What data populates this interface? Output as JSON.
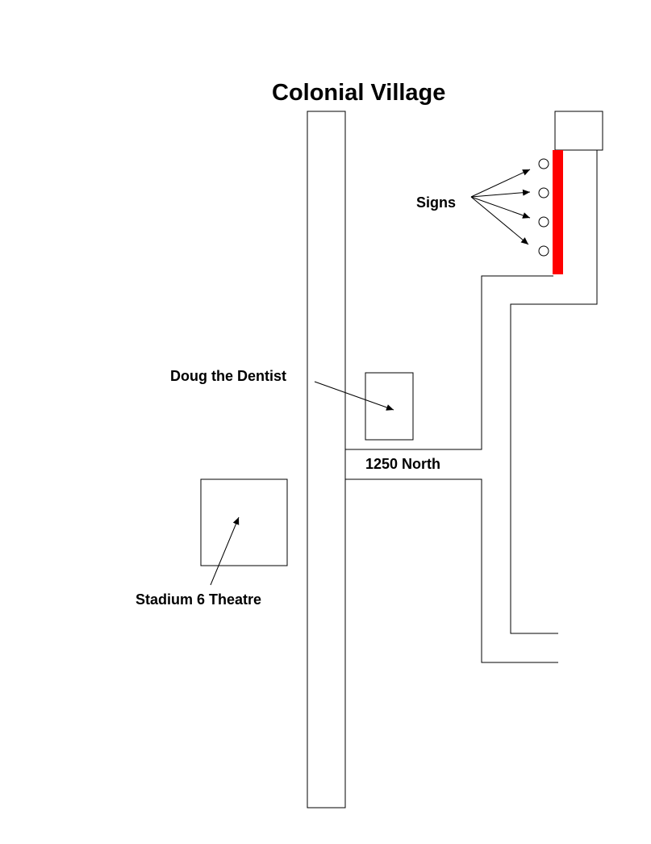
{
  "title": "Colonial Village",
  "labels": {
    "signs": "Signs",
    "dentist": "Doug the Dentist",
    "street": "1250 North",
    "theatre": "Stadium 6 Theatre"
  },
  "colors": {
    "outline": "#000000",
    "highlight": "#ff0000",
    "background": "#ffffff"
  }
}
